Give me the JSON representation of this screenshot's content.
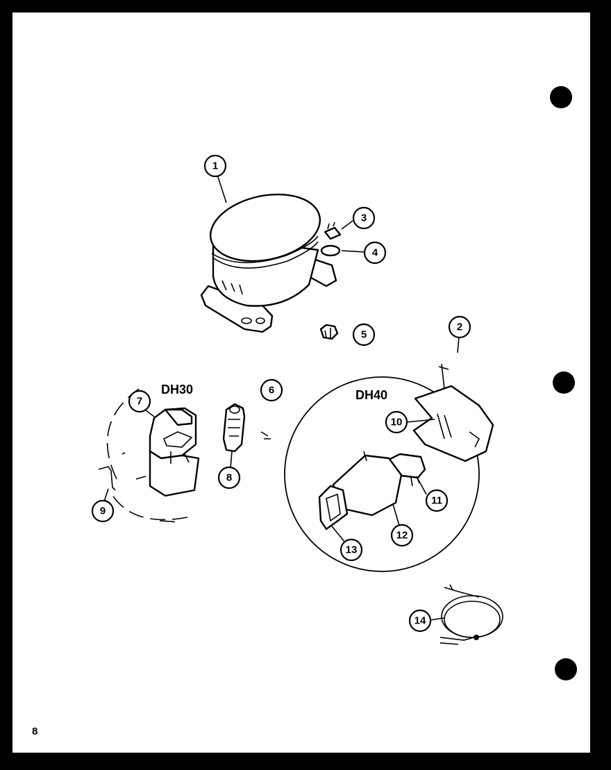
{
  "page": {
    "number": "8"
  },
  "groups": {
    "dh30_label": "DH30",
    "dh40_label": "DH40"
  },
  "callouts": [
    "1",
    "2",
    "3",
    "4",
    "5",
    "6",
    "7",
    "8",
    "9",
    "10",
    "11",
    "12",
    "13",
    "14"
  ],
  "binder_holes": 3,
  "colors": {
    "ink": "#000000",
    "paper": "#ffffff",
    "border": "#000000"
  }
}
